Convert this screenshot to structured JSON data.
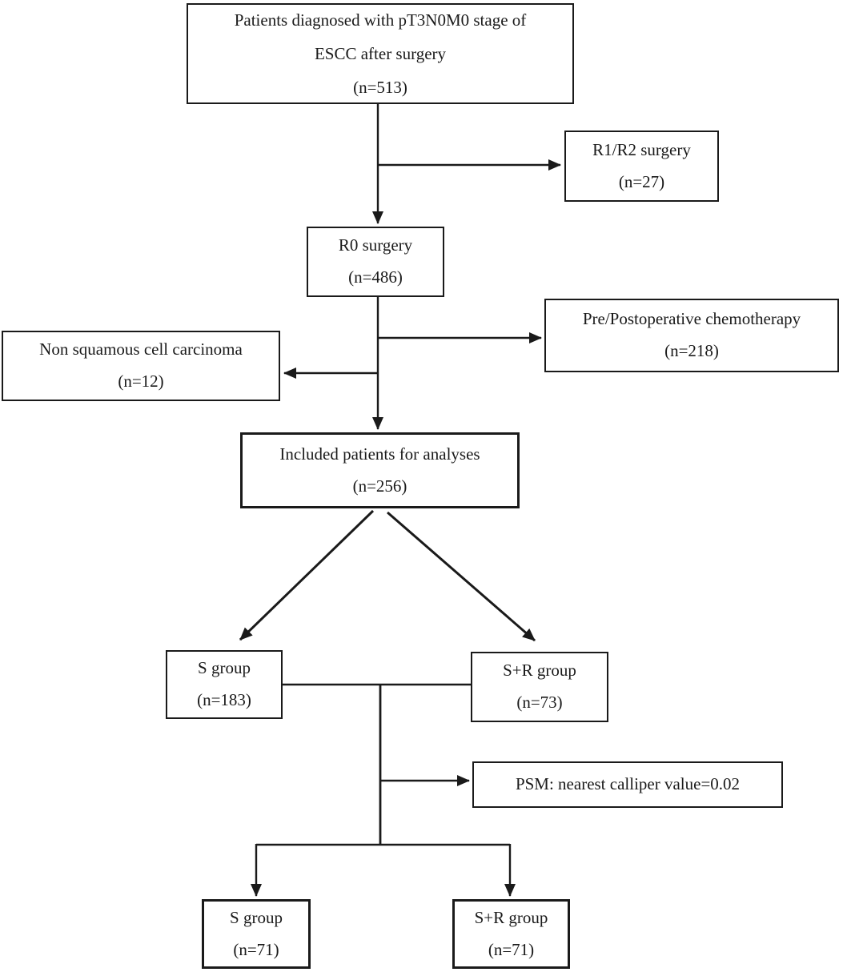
{
  "colors": {
    "background": "#ffffff",
    "line": "#1a1a1a",
    "text": "#1a1a1a",
    "box_fill": "#ffffff"
  },
  "nodes": {
    "top": {
      "line1": "Patients diagnosed with pT3N0M0 stage of",
      "line2": "ESCC after surgery",
      "count": "(n=513)"
    },
    "r1r2": {
      "label": "R1/R2 surgery",
      "count": "(n=27)"
    },
    "r0": {
      "label": "R0 surgery",
      "count": "(n=486)"
    },
    "chemo": {
      "label": "Pre/Postoperative chemotherapy",
      "count": "(n=218)"
    },
    "non_scc": {
      "label": "Non squamous cell carcinoma",
      "count": "(n=12)"
    },
    "included": {
      "label": "Included patients for analyses",
      "count": "(n=256)"
    },
    "s_group": {
      "label": "S group",
      "count": "(n=183)"
    },
    "sr_group": {
      "label": "S+R group",
      "count": "(n=73)"
    },
    "psm": {
      "label": "PSM: nearest calliper value=0.02"
    },
    "s_group_matched": {
      "label": "S group",
      "count": "(n=71)"
    },
    "sr_group_matched": {
      "label": "S+R group",
      "count": "(n=71)"
    }
  }
}
